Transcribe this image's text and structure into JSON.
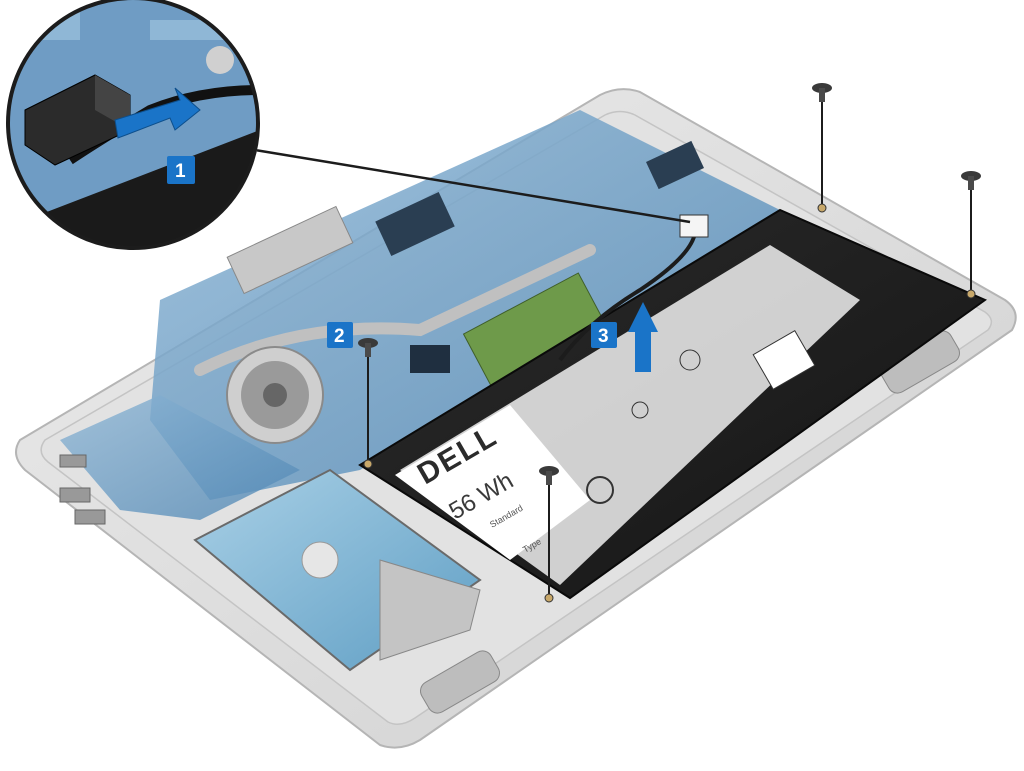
{
  "callouts": [
    {
      "number": "1",
      "color": "#1a74c8"
    },
    {
      "number": "2",
      "color": "#1a74c8"
    },
    {
      "number": "3",
      "color": "#1a74c8"
    }
  ],
  "battery_label": {
    "brand": "DELL",
    "capacity": "56 Wh",
    "line1": "Standard",
    "type_label": "Type"
  },
  "icons": [
    "laptop-base",
    "battery",
    "screw",
    "cable-connector",
    "arrow-icon",
    "hard-drive",
    "fan",
    "speaker",
    "magnifier-inset"
  ],
  "colors": {
    "chassis": "#dcdcdc",
    "motherboard": "#5b8fb8",
    "battery": "#1c1c1c",
    "callout": "#1a74c8",
    "arrow": "#1a74c8",
    "hdd": "#7db1cf"
  }
}
